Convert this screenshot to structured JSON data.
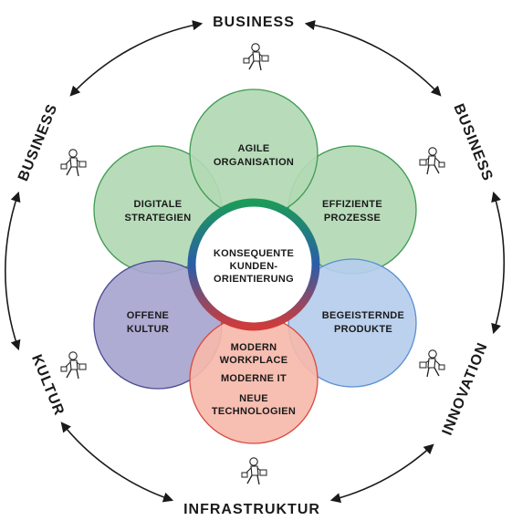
{
  "outer_labels": {
    "top": "BUSINESS",
    "upper_left": "BUSINESS",
    "upper_right": "BUSINESS",
    "lower_left": "KULTUR",
    "lower_right": "INNOVATION",
    "bottom": "INFRASTRUKTUR"
  },
  "circles": {
    "agile": {
      "line1": "AGILE",
      "line2": "ORGANISATION",
      "fill": "#b2d9b4",
      "stroke": "#3f9a52"
    },
    "digitale": {
      "line1": "DIGITALE",
      "line2": "STRATEGIEN",
      "fill": "#b2d9b4",
      "stroke": "#3f9a52"
    },
    "effiziente": {
      "line1": "EFFIZIENTE",
      "line2": "PROZESSE",
      "fill": "#b2d9b4",
      "stroke": "#3f9a52"
    },
    "offene": {
      "line1": "OFFENE",
      "line2": "KULTUR",
      "fill": "#a7a5cf",
      "stroke": "#4b4a93"
    },
    "begeisternde": {
      "line1": "BEGEISTERNDE",
      "line2": "PRODUKTE",
      "fill": "#b5cdeb",
      "stroke": "#5b8fd3"
    },
    "modern": {
      "line1": "MODERN",
      "line2": "WORKPLACE",
      "line3": "MODERNE IT",
      "line4": "NEUE",
      "line5": "TECHNOLOGIEN",
      "fill": "#f6b8ab",
      "stroke": "#d84a3f"
    }
  },
  "center": {
    "line1": "KONSEQUENTE",
    "line2": "KUNDEN-",
    "line3": "ORIENTIERUNG"
  },
  "ring_gradient": {
    "top": "#1c9a5a",
    "middle": "#2a5ea8",
    "bottom": "#d03b3a"
  },
  "figure_icons": [
    "person-with-briefcase-icon",
    "person-with-briefcase-icon",
    "person-with-briefcase-icon",
    "person-with-briefcase-icon",
    "person-with-briefcase-icon",
    "person-with-briefcase-icon"
  ]
}
